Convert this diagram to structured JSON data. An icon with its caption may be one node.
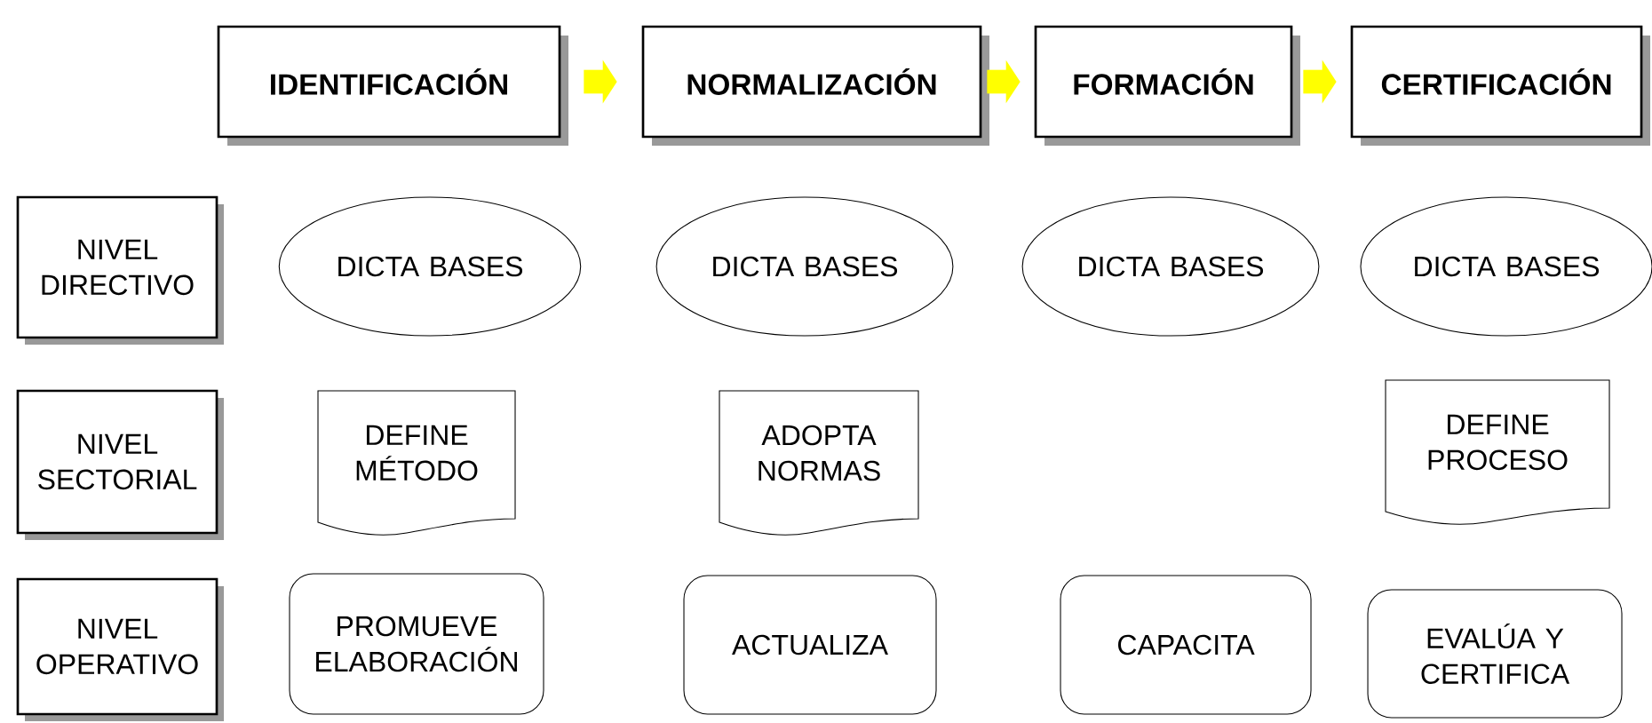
{
  "diagram": {
    "nodes": [
      {
        "text": [
          "IDENTIFICACIÓN"
        ]
      },
      {
        "text": [
          "NORMALIZACIÓN"
        ]
      },
      {
        "text": [
          "FORMACIÓN"
        ]
      },
      {
        "text": [
          "CERTIFICACIÓN"
        ]
      },
      {
        "text": [
          "NIVEL DIRECTIVO"
        ]
      },
      {
        "text": [
          "DICTA BASES"
        ]
      },
      {
        "text": [
          "DICTA BASES"
        ]
      },
      {
        "text": [
          "DICTA BASES"
        ]
      },
      {
        "text": [
          "DICTA BASES"
        ]
      },
      {
        "text": [
          "NIVEL SECTORIAL"
        ]
      },
      {
        "text": [
          "DEFINE MÉTODO"
        ]
      },
      {
        "text": [
          "ADOPTA NORMAS"
        ]
      },
      {
        "text": [
          "DEFINE PROCESO"
        ]
      },
      {
        "text": [
          "NIVEL OPERATIVO"
        ]
      },
      {
        "text": [
          "PROMUEVE ELABORACIÓN"
        ]
      },
      {
        "text": [
          "ACTUALIZA"
        ]
      },
      {
        "text": [
          "CAPACITA"
        ]
      },
      {
        "text": [
          "EVALÚA Y CERTIFICA"
        ]
      }
    ],
    "edges": [
      {
        "from": 0,
        "to": 1,
        "arrow": "to"
      },
      {
        "from": 1,
        "to": 2,
        "arrow": "to"
      },
      {
        "from": 2,
        "to": 3,
        "arrow": "to"
      }
    ]
  }
}
